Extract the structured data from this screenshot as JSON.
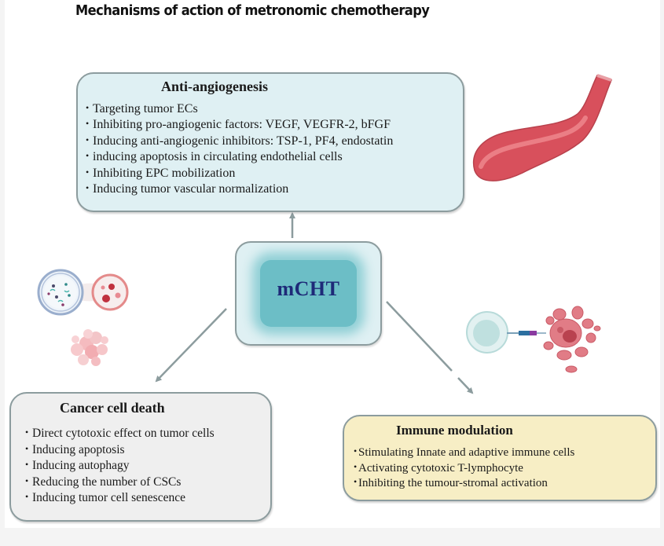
{
  "title": "Mechanisms of action of metronomic chemotherapy",
  "center": {
    "label": "mCHT"
  },
  "anti_angiogenesis": {
    "heading": "Anti-angiogenesis",
    "items": [
      "Targeting tumor ECs",
      "Inhibiting pro-angiogenic factors: VEGF, VEGFR-2, bFGF",
      "Inducing anti-angiogenic inhibitors: TSP-1, PF4, endostatin",
      "inducing apoptosis in circulating endothelial cells",
      "Inhibiting EPC mobilization",
      "Inducing tumor vascular normalization"
    ]
  },
  "cancer_cell_death": {
    "heading": "Cancer cell death",
    "items": [
      "Direct cytotoxic effect on tumor cells",
      "Inducing apoptosis",
      "Inducing autophagy",
      "Reducing the number of CSCs",
      "Inducing tumor cell senescence"
    ]
  },
  "immune_modulation": {
    "heading": "Immune modulation",
    "items": [
      "Stimulating Innate and adaptive immune cells",
      "Activating cytotoxic T-lymphocyte",
      "Inhibiting the tumour-stromal activation"
    ]
  },
  "bullet": "•",
  "illustrations": [
    "blood-vessel-icon",
    "cell-division-icon",
    "tumor-cluster-icon",
    "t-cell-attack-icon"
  ],
  "colors": {
    "anti_angiogenesis_fill": "#dff0f3",
    "cancer_cell_death_fill": "#efefef",
    "immune_modulation_fill": "#f7eec5",
    "center_fill": "#6cbec6",
    "center_text": "#1e2a78",
    "border": "#8c9c9e",
    "arrow": "#8c9c9e"
  }
}
